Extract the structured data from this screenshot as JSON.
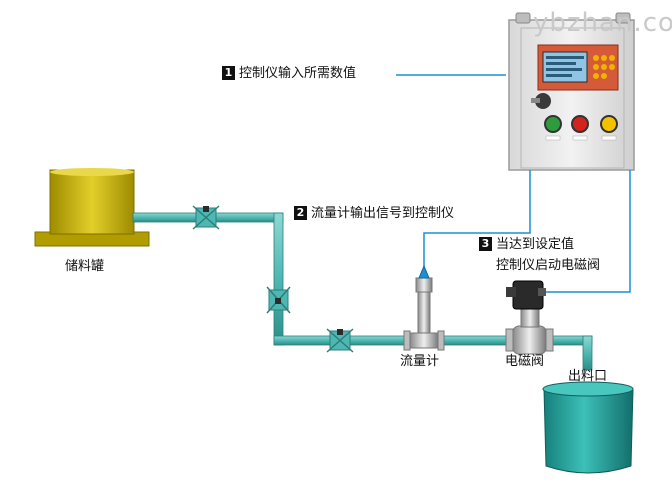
{
  "watermark": "ybzhan.com",
  "steps": [
    {
      "num": "1",
      "text": "控制仪输入所需数值"
    },
    {
      "num": "2",
      "text": "流量计输出信号到控制仪"
    },
    {
      "num": "3",
      "text": "当达到设定值",
      "text2": "控制仪启动电磁阀"
    }
  ],
  "components": {
    "tank": "储料罐",
    "flowmeter": "流量计",
    "valve": "电磁阀",
    "outlet": "出料口"
  },
  "colors": {
    "pipe": "#4fb7b2",
    "signal_line": "#1d8fd0",
    "tank_yellow": "#c9b400",
    "bucket": "#2aa39d",
    "cabinet": "#e8e8e8"
  }
}
